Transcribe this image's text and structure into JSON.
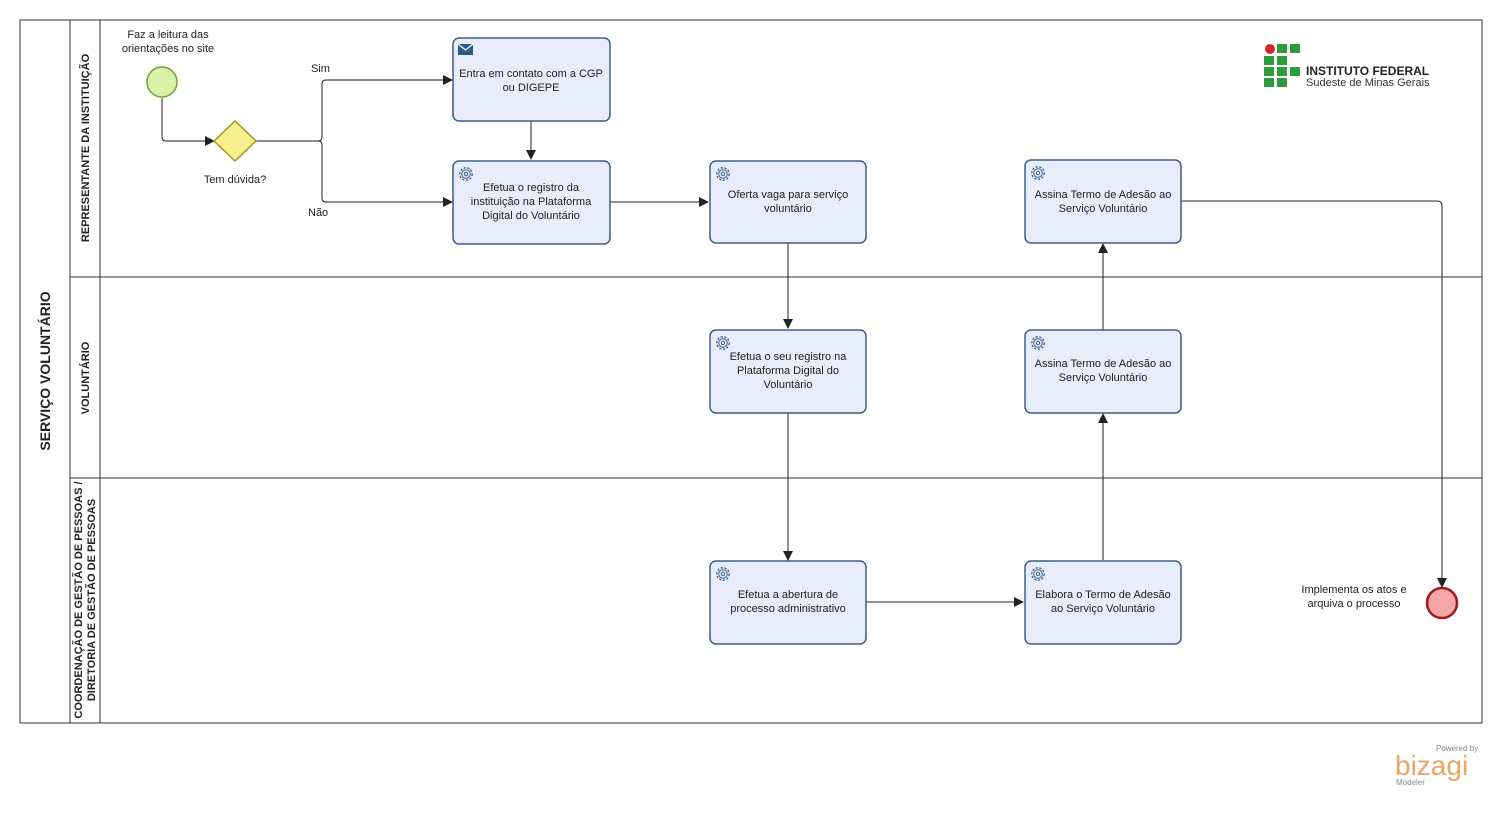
{
  "pool": {
    "title": "SERVIÇO VOLUNTÁRIO"
  },
  "lanes": [
    {
      "label": "REPRESENTANTE DA INSTITUIÇÃO"
    },
    {
      "label": "VOLUNTÁRIO"
    },
    {
      "label_line1": "COORDENAÇÃO DE GESTÃO DE PESSOAS /",
      "label_line2": "DIRETORIA DE GESTÃO DE PESSOAS"
    }
  ],
  "events": {
    "start_label": [
      "Faz a leitura das",
      "orientações no site"
    ],
    "end_label": [
      "Implementa os atos e",
      "arquiva o processo"
    ],
    "start_color": "#d9f2a6",
    "end_color": "#f2a6a6"
  },
  "gateway": {
    "label": "Tem dúvida?",
    "yes": "Sim",
    "no": "Não",
    "color": "#f7f28f"
  },
  "tasks": {
    "contact": [
      "Entra em contato com a CGP",
      "ou DIGEPE"
    ],
    "register_institution": [
      "Efetua o registro da",
      "instituição na Plataforma",
      "Digital do Voluntário"
    ],
    "offer_vacancy": [
      "Oferta vaga para serviço",
      "voluntário"
    ],
    "sign_term_institution": [
      "Assina Termo de Adesão ao",
      "Serviço Voluntário"
    ],
    "register_volunteer": [
      "Efetua o seu registro na",
      "Plataforma Digital do",
      "Voluntário"
    ],
    "sign_term_volunteer": [
      "Assina Termo de Adesão ao",
      "Serviço Voluntário"
    ],
    "open_process": [
      "Efetua a abertura de",
      "processo administrativo"
    ],
    "draft_term": [
      "Elabora o Termo de Adesão",
      "ao Serviço Voluntário"
    ]
  },
  "logo": {
    "title": "INSTITUTO FEDERAL",
    "subtitle": "Sudeste de Minas Gerais",
    "green": "#2e9b3c",
    "red": "#d4252b"
  },
  "brand": {
    "powered_by": "Powered by",
    "name": "bizagi",
    "product": "Modeler"
  },
  "colors": {
    "task_fill": "#e8ecfb",
    "task_stroke": "#3a5f8a",
    "line": "#222222"
  }
}
